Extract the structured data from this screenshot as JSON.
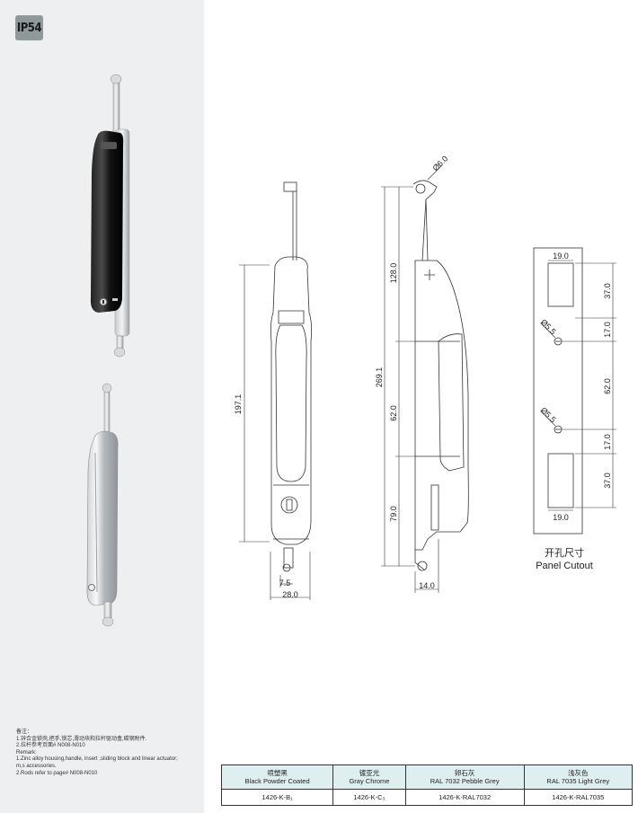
{
  "badge": "IP54",
  "remarks": {
    "cn_title": "备注：",
    "cn_lines": [
      "1.锌合金锁壳,把手,锁芯,滑动块和拉杆驱动盒,碳钢附件.",
      "2.拉杆参考页面# N008-N010"
    ],
    "en_title": "Remark:",
    "en_lines": [
      "1.Zinc alloy housing,handle, insert ,sliding block and linear actuator;",
      "m,s accessories.",
      "2.Rods refer to page# N008-N010"
    ]
  },
  "dimensions": {
    "front_height": "197.1",
    "front_width": "28.0",
    "front_small": "7.5",
    "side_total": "269.1",
    "side_top": "128.0",
    "side_mid": "62.0",
    "side_bottom": "79.0",
    "side_width": "14.0",
    "side_hole": "Ø6.0",
    "cut_w_top": "19.0",
    "cut_w_bottom": "19.0",
    "cut_37_top": "37.0",
    "cut_17_top": "17.0",
    "cut_62": "62.0",
    "cut_17_bottom": "17.0",
    "cut_37_bottom": "37.0",
    "cut_hole_1": "Ø5.5",
    "cut_hole_2": "Ø5.5"
  },
  "cutout_label": {
    "cn": "开孔尺寸",
    "en": "Panel Cutout"
  },
  "finishes": [
    {
      "cn": "喷塑黑",
      "en": "Black Powder Coated",
      "code": "1426-K-B₁"
    },
    {
      "cn": "镀亚光",
      "en": "Gray Chrome",
      "code": "1426-K-C₃"
    },
    {
      "cn": "卵石灰",
      "en": "RAL 7032 Pebble Grey",
      "code": "1426-K-RAL7032"
    },
    {
      "cn": "浅灰色",
      "en": "RAL 7035 Light Grey",
      "code": "1426-K-RAL7035"
    }
  ],
  "colors": {
    "left_panel": "#eeeff0",
    "badge": "#8e9a9a",
    "table_header": "#dfeff0"
  }
}
